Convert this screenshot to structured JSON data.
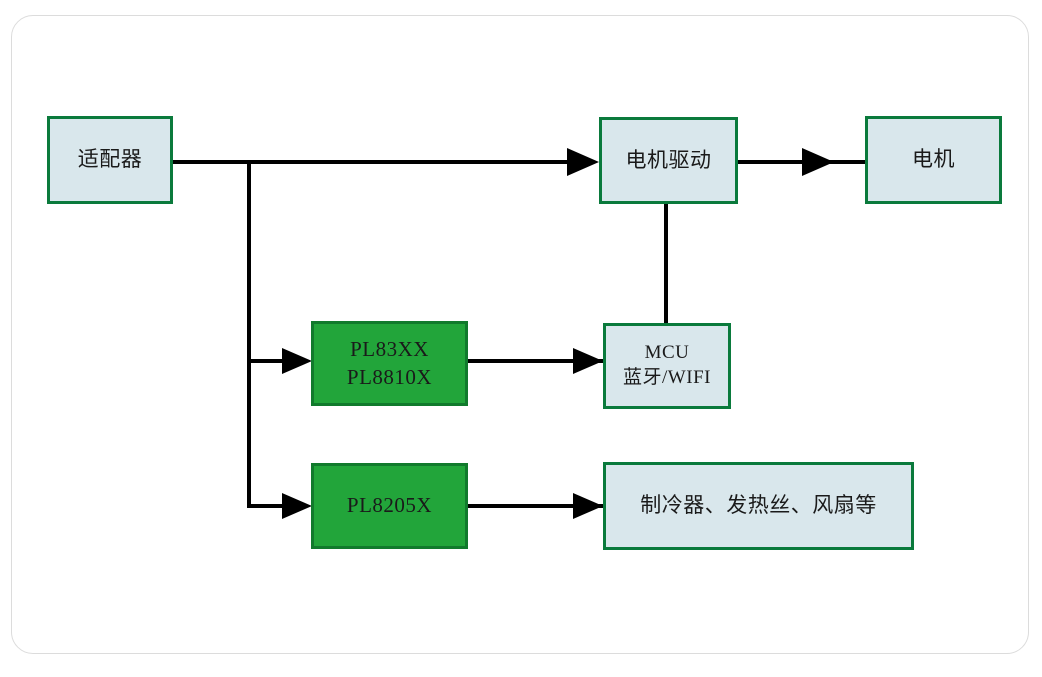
{
  "diagram": {
    "type": "block-diagram",
    "title": "",
    "colors": {
      "box_border_green": "#0a7a3c",
      "box_fill_blue": "#d9e7ec",
      "box_fill_green": "#22a53a",
      "connector_black": "#000000",
      "panel_border_gray": "#dcdcdc",
      "background_white": "#ffffff"
    },
    "nodes": [
      {
        "id": "adapter",
        "style": "blue",
        "line1": "适配器",
        "line2": ""
      },
      {
        "id": "motor-driver",
        "style": "blue",
        "line1": "电机驱动",
        "line2": ""
      },
      {
        "id": "motor",
        "style": "blue",
        "line1": "电机",
        "line2": ""
      },
      {
        "id": "pl83xx",
        "style": "green",
        "line1": "PL83XX",
        "line2": "PL8810X"
      },
      {
        "id": "mcu",
        "style": "blue",
        "line1": "MCU",
        "line2": "蓝牙/WIFI"
      },
      {
        "id": "pl8205x",
        "style": "green",
        "line1": "PL8205X",
        "line2": ""
      },
      {
        "id": "loads",
        "style": "blue",
        "line1": "制冷器、发热丝、风扇等",
        "line2": ""
      }
    ],
    "connections": [
      {
        "id": "adapter-to-motor-driver",
        "from": "adapter",
        "to": "motor-driver",
        "arrow": true
      },
      {
        "id": "motor-driver-to-motor",
        "from": "motor-driver",
        "to": "motor",
        "arrow": true
      },
      {
        "id": "adapter-to-pl83xx",
        "from": "adapter",
        "to": "pl83xx",
        "arrow": true
      },
      {
        "id": "adapter-to-pl8205x",
        "from": "adapter",
        "to": "pl8205x",
        "arrow": true
      },
      {
        "id": "pl83xx-to-mcu",
        "from": "pl83xx",
        "to": "mcu",
        "arrow": true
      },
      {
        "id": "pl8205x-to-loads",
        "from": "pl8205x",
        "to": "loads",
        "arrow": true
      },
      {
        "id": "motor-driver-to-mcu",
        "from": "motor-driver",
        "to": "mcu",
        "arrow": false
      }
    ]
  }
}
